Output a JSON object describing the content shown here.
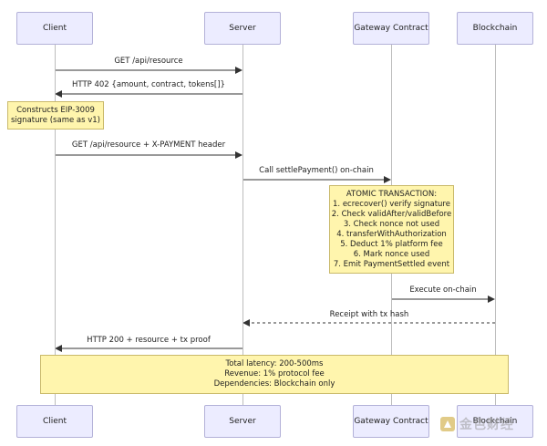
{
  "actors": [
    {
      "id": "client",
      "label": "Client"
    },
    {
      "id": "server",
      "label": "Server"
    },
    {
      "id": "gateway",
      "label": "Gateway Contract"
    },
    {
      "id": "blockchain",
      "label": "Blockchain"
    }
  ],
  "messages": [
    {
      "from": "client",
      "to": "server",
      "label": "GET /api/resource",
      "style": "solid"
    },
    {
      "from": "server",
      "to": "client",
      "label": "HTTP 402 {amount, contract, tokens[]}",
      "style": "solid"
    },
    {
      "from": "client",
      "to": "server",
      "label": "GET /api/resource + X-PAYMENT header",
      "style": "solid"
    },
    {
      "from": "server",
      "to": "gateway",
      "label": "Call settlePayment() on-chain",
      "style": "solid"
    },
    {
      "from": "gateway",
      "to": "blockchain",
      "label": "Execute on-chain",
      "style": "solid"
    },
    {
      "from": "blockchain",
      "to": "server",
      "label": "Receipt with tx hash",
      "style": "dashed"
    },
    {
      "from": "server",
      "to": "client",
      "label": "HTTP 200 + resource + tx proof",
      "style": "solid"
    }
  ],
  "notes": {
    "client_sign": {
      "lines": [
        "Constructs EIP-3009",
        "signature (same as v1)"
      ]
    },
    "atomic": {
      "lines": [
        "ATOMIC TRANSACTION:",
        "1. ecrecover() verify signature",
        "2. Check validAfter/validBefore",
        "3. Check nonce not used",
        "4. transferWithAuthorization",
        "5. Deduct 1% platform fee",
        "6. Mark nonce used",
        "7. Emit PaymentSettled event"
      ]
    },
    "summary": {
      "lines": [
        "Total latency: 200-500ms",
        "Revenue: 1% protocol fee",
        "Dependencies: Blockchain only"
      ]
    }
  },
  "watermark": {
    "text": "金色财经"
  }
}
